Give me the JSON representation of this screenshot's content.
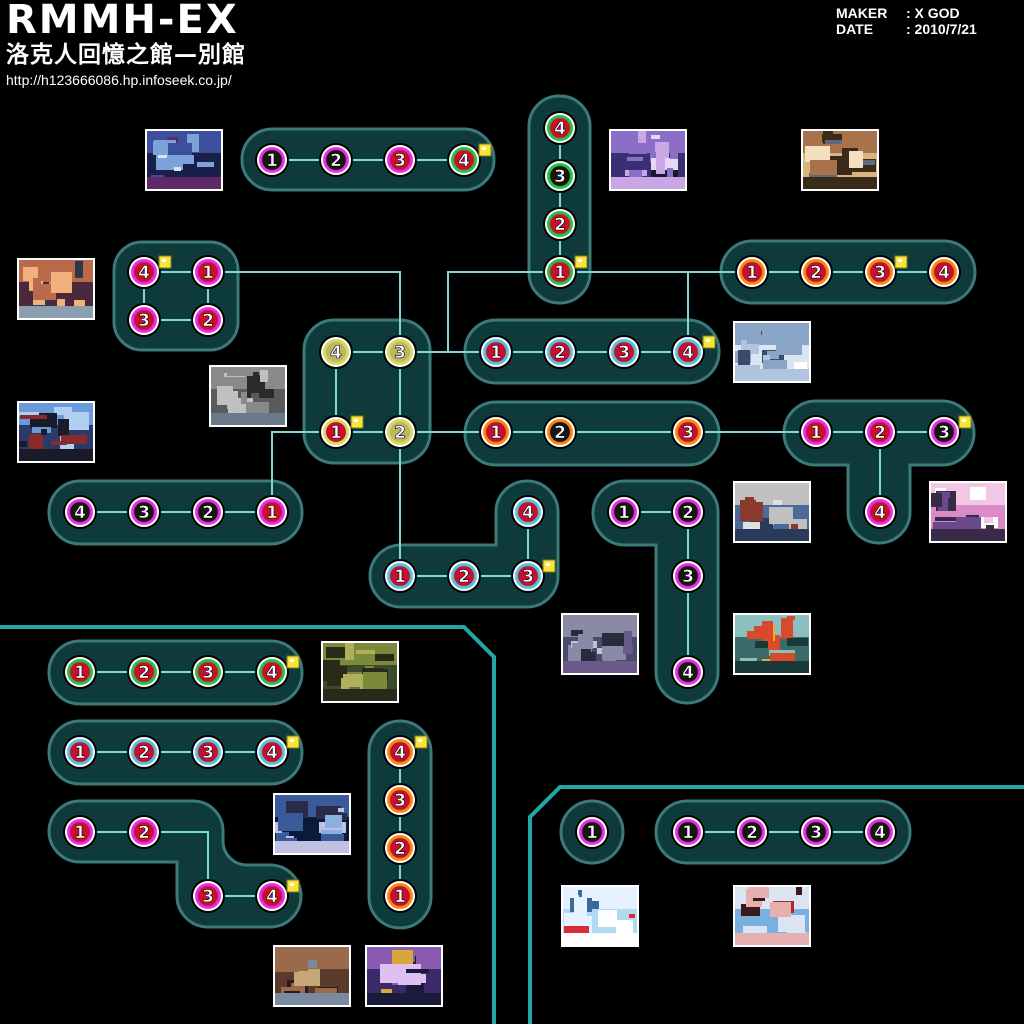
{
  "header": {
    "title": "RMMH-EX",
    "subtitle": "洛克人回憶之館—別館",
    "url": "http://h123666086.hp.infoseek.co.jp/",
    "maker_label": "MAKER",
    "maker_value": ": X GOD",
    "date_label": "DATE",
    "date_value": ": 2010/7/21"
  },
  "colors": {
    "background": "#000000",
    "track": "#0f3a3a",
    "track_border": "#3b7a78",
    "connector": "#7ad8d8",
    "frame": "#22a6a6",
    "node_red": "#c8102e",
    "node_black": "#161616",
    "node_olive": "#b7b869",
    "ring_magenta": "#e62ee6",
    "ring_green": "#25c23a",
    "ring_orange": "#f08a10",
    "ring_cyan": "#4fc3e0",
    "ring_yellow": "#dada5a",
    "badge": "#f6e33c"
  },
  "nodes": [
    {
      "id": "a1",
      "label": "1",
      "fill": "black",
      "ring": "magenta"
    },
    {
      "id": "a2",
      "label": "2",
      "fill": "black",
      "ring": "magenta"
    },
    {
      "id": "a3",
      "label": "3",
      "fill": "red",
      "ring": "magenta"
    },
    {
      "id": "a4",
      "label": "4",
      "fill": "red",
      "ring": "green",
      "badge": true
    },
    {
      "id": "b4",
      "label": "4",
      "fill": "red",
      "ring": "green"
    },
    {
      "id": "b3",
      "label": "3",
      "fill": "black",
      "ring": "green"
    },
    {
      "id": "b2",
      "label": "2",
      "fill": "red",
      "ring": "green"
    },
    {
      "id": "b1",
      "label": "1",
      "fill": "red",
      "ring": "green",
      "badge": true
    },
    {
      "id": "c4",
      "label": "4",
      "fill": "red",
      "ring": "magenta",
      "badge": true
    },
    {
      "id": "c1",
      "label": "1",
      "fill": "red",
      "ring": "magenta"
    },
    {
      "id": "c3",
      "label": "3",
      "fill": "red",
      "ring": "magenta"
    },
    {
      "id": "c2",
      "label": "2",
      "fill": "red",
      "ring": "magenta"
    },
    {
      "id": "d1",
      "label": "1",
      "fill": "red",
      "ring": "orange"
    },
    {
      "id": "d2",
      "label": "2",
      "fill": "red",
      "ring": "orange"
    },
    {
      "id": "d3",
      "label": "3",
      "fill": "red",
      "ring": "orange",
      "badge": true
    },
    {
      "id": "d4",
      "label": "4",
      "fill": "red",
      "ring": "orange"
    },
    {
      "id": "e4",
      "label": "4",
      "fill": "olive",
      "ring": "yellow"
    },
    {
      "id": "e3",
      "label": "3",
      "fill": "olive",
      "ring": "yellow"
    },
    {
      "id": "e1",
      "label": "1",
      "fill": "red",
      "ring": "yellow",
      "badge": true
    },
    {
      "id": "e2",
      "label": "2",
      "fill": "olive",
      "ring": "yellow"
    },
    {
      "id": "f1",
      "label": "1",
      "fill": "red",
      "ring": "cyan"
    },
    {
      "id": "f2",
      "label": "2",
      "fill": "red",
      "ring": "cyan"
    },
    {
      "id": "f3",
      "label": "3",
      "fill": "red",
      "ring": "cyan"
    },
    {
      "id": "f4",
      "label": "4",
      "fill": "red",
      "ring": "cyan",
      "badge": true
    },
    {
      "id": "g1",
      "label": "1",
      "fill": "red",
      "ring": "orange"
    },
    {
      "id": "g2",
      "label": "2",
      "fill": "black",
      "ring": "orange"
    },
    {
      "id": "g3",
      "label": "3",
      "fill": "red",
      "ring": "orange"
    },
    {
      "id": "h1",
      "label": "1",
      "fill": "red",
      "ring": "magenta"
    },
    {
      "id": "h2",
      "label": "2",
      "fill": "red",
      "ring": "magenta"
    },
    {
      "id": "h3",
      "label": "3",
      "fill": "black",
      "ring": "magenta",
      "badge": true
    },
    {
      "id": "h4",
      "label": "4",
      "fill": "red",
      "ring": "magenta"
    },
    {
      "id": "i4",
      "label": "4",
      "fill": "black",
      "ring": "magenta"
    },
    {
      "id": "i3",
      "label": "3",
      "fill": "black",
      "ring": "magenta"
    },
    {
      "id": "i2",
      "label": "2",
      "fill": "black",
      "ring": "magenta"
    },
    {
      "id": "i1",
      "label": "1",
      "fill": "red",
      "ring": "magenta"
    },
    {
      "id": "j4",
      "label": "4",
      "fill": "red",
      "ring": "cyan"
    },
    {
      "id": "j1",
      "label": "1",
      "fill": "red",
      "ring": "cyan"
    },
    {
      "id": "j2",
      "label": "2",
      "fill": "red",
      "ring": "cyan"
    },
    {
      "id": "j3",
      "label": "3",
      "fill": "red",
      "ring": "cyan",
      "badge": true
    },
    {
      "id": "k1",
      "label": "1",
      "fill": "black",
      "ring": "magenta"
    },
    {
      "id": "k2",
      "label": "2",
      "fill": "black",
      "ring": "magenta"
    },
    {
      "id": "k3",
      "label": "3",
      "fill": "black",
      "ring": "magenta"
    },
    {
      "id": "k4",
      "label": "4",
      "fill": "black",
      "ring": "magenta"
    },
    {
      "id": "l1",
      "label": "1",
      "fill": "red",
      "ring": "green"
    },
    {
      "id": "l2",
      "label": "2",
      "fill": "red",
      "ring": "green"
    },
    {
      "id": "l3",
      "label": "3",
      "fill": "red",
      "ring": "green"
    },
    {
      "id": "l4",
      "label": "4",
      "fill": "red",
      "ring": "green",
      "badge": true
    },
    {
      "id": "m1",
      "label": "1",
      "fill": "red",
      "ring": "cyan"
    },
    {
      "id": "m2",
      "label": "2",
      "fill": "red",
      "ring": "cyan"
    },
    {
      "id": "m3",
      "label": "3",
      "fill": "red",
      "ring": "cyan"
    },
    {
      "id": "m4",
      "label": "4",
      "fill": "red",
      "ring": "cyan",
      "badge": true
    },
    {
      "id": "n1",
      "label": "1",
      "fill": "red",
      "ring": "magenta"
    },
    {
      "id": "n2",
      "label": "2",
      "fill": "red",
      "ring": "magenta"
    },
    {
      "id": "n3",
      "label": "3",
      "fill": "red",
      "ring": "magenta"
    },
    {
      "id": "n4",
      "label": "4",
      "fill": "red",
      "ring": "magenta",
      "badge": true
    },
    {
      "id": "o4",
      "label": "4",
      "fill": "red",
      "ring": "orange",
      "badge": true
    },
    {
      "id": "o3",
      "label": "3",
      "fill": "red",
      "ring": "orange"
    },
    {
      "id": "o2",
      "label": "2",
      "fill": "red",
      "ring": "orange"
    },
    {
      "id": "o1",
      "label": "1",
      "fill": "red",
      "ring": "orange"
    },
    {
      "id": "p1",
      "label": "1",
      "fill": "black",
      "ring": "magenta"
    },
    {
      "id": "q1",
      "label": "1",
      "fill": "black",
      "ring": "magenta"
    },
    {
      "id": "q2",
      "label": "2",
      "fill": "black",
      "ring": "magenta"
    },
    {
      "id": "q3",
      "label": "3",
      "fill": "black",
      "ring": "magenta"
    },
    {
      "id": "q4",
      "label": "4",
      "fill": "black",
      "ring": "magenta"
    }
  ],
  "thumbnails": [
    {
      "id": "t1",
      "scene": "reactor chamber"
    },
    {
      "id": "t2",
      "scene": "purple twisted trees"
    },
    {
      "id": "t3",
      "scene": "desert machinery"
    },
    {
      "id": "t4",
      "scene": "sunset cliffs"
    },
    {
      "id": "t5",
      "scene": "icy glacier"
    },
    {
      "id": "t6",
      "scene": "gray fortress"
    },
    {
      "id": "t7",
      "scene": "blue caverns"
    },
    {
      "id": "t8",
      "scene": "robotic claw"
    },
    {
      "id": "t9",
      "scene": "pink city"
    },
    {
      "id": "t10",
      "scene": "factory interior"
    },
    {
      "id": "t11",
      "scene": "volcano sea"
    },
    {
      "id": "t12",
      "scene": "green jungle base"
    },
    {
      "id": "t13",
      "scene": "night city"
    },
    {
      "id": "t14",
      "scene": "brown rocky hills"
    },
    {
      "id": "t15",
      "scene": "futuristic tower"
    },
    {
      "id": "t16",
      "scene": "red jet sky"
    },
    {
      "id": "t17",
      "scene": "red wreckage"
    }
  ]
}
